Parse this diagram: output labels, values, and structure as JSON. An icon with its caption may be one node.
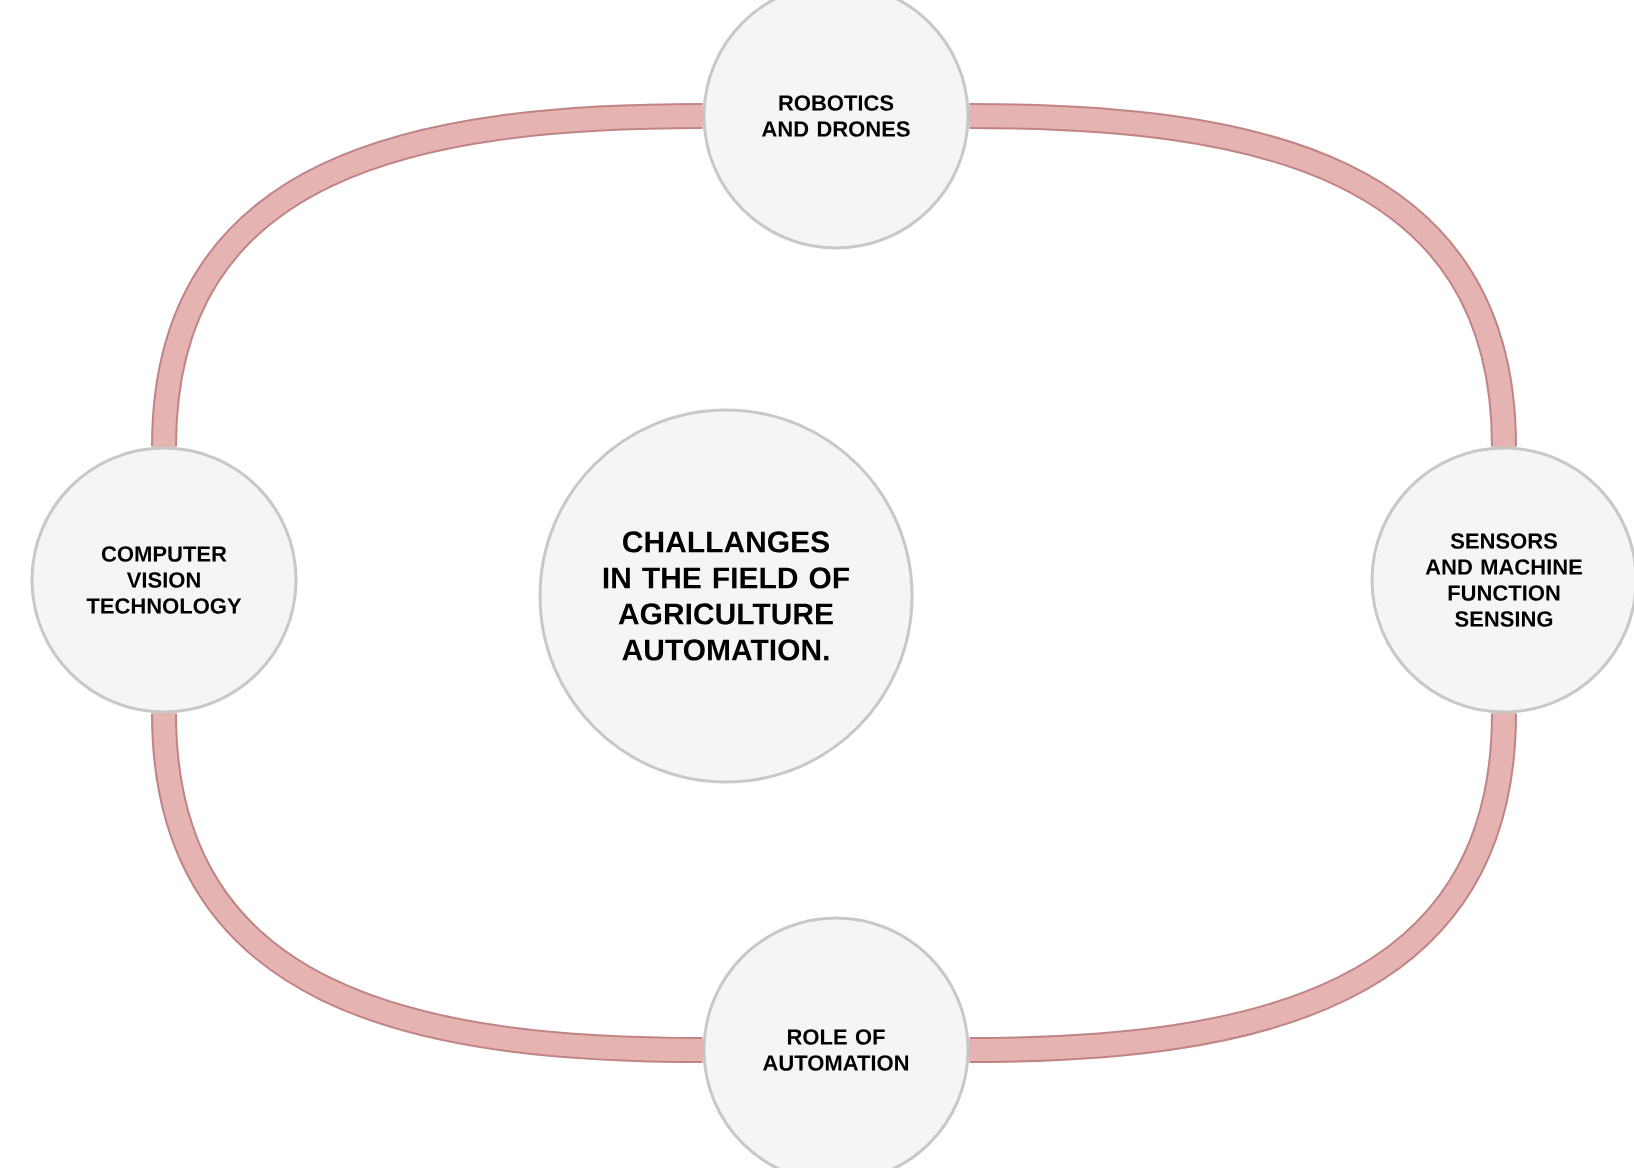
{
  "diagram": {
    "nodes": [
      {
        "text": [
          "ROBOTICS AND DRONES"
        ]
      },
      {
        "text": [
          "COMPUTER VISION TECHNOLOGY"
        ]
      },
      {
        "text": [
          "CHALLANGES IN THE FIELD OF AGRICULTURE AUTOMATION."
        ]
      },
      {
        "text": [
          "SENSORS AND MACHINE FUNCTION SENSING"
        ]
      },
      {
        "text": [
          "ROLE OF AUTOMATION"
        ]
      }
    ],
    "edges": [
      {
        "from": 0,
        "to": 3,
        "arrow": "none"
      },
      {
        "from": 3,
        "to": 4,
        "arrow": "none"
      },
      {
        "from": 4,
        "to": 1,
        "arrow": "none"
      },
      {
        "from": 1,
        "to": 0,
        "arrow": "none"
      }
    ]
  }
}
